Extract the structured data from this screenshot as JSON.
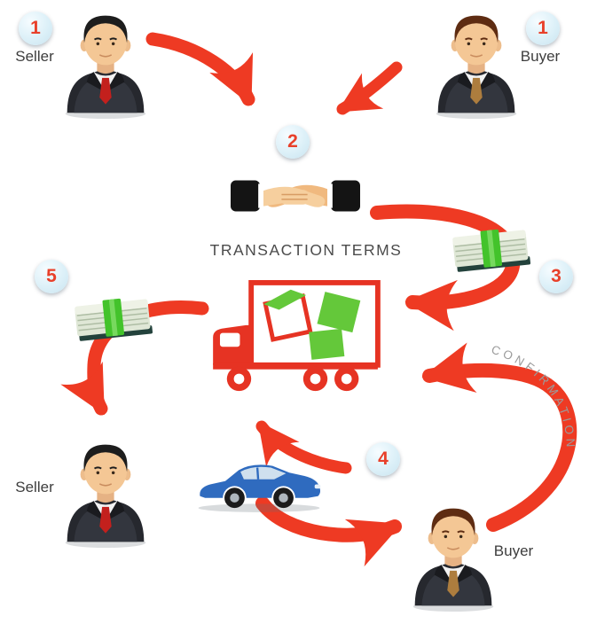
{
  "diagram": {
    "steps": {
      "seller_top": {
        "badge": "1",
        "label": "Seller"
      },
      "buyer_top": {
        "badge": "1",
        "label": "Buyer"
      },
      "terms": {
        "badge": "2",
        "label": "TRANSACTION TERMS"
      },
      "payment": {
        "badge": "3"
      },
      "delivery": {
        "badge": "4"
      },
      "payout": {
        "badge": "5"
      },
      "seller_bottom": {
        "label": "Seller"
      },
      "buyer_bottom": {
        "label": "Buyer"
      }
    },
    "confirmation_label": "CONFIRMATION",
    "icons": [
      "seller-avatar",
      "buyer-avatar",
      "handshake-icon",
      "money-stack-icon",
      "delivery-truck-icon",
      "car-icon",
      "flow-arrow"
    ],
    "colors": {
      "arrow_red": "#ee3a23",
      "truck_red": "#e63323",
      "badge_number_red": "#e8402a",
      "badge_bg_blue": "#dcf0f8",
      "box_green": "#64c83a",
      "money_band_green": "#43c32b",
      "car_blue": "#2f6bbf",
      "label_gray": "#3d3d3d",
      "confirmation_gray": "#9b9b9b"
    }
  }
}
